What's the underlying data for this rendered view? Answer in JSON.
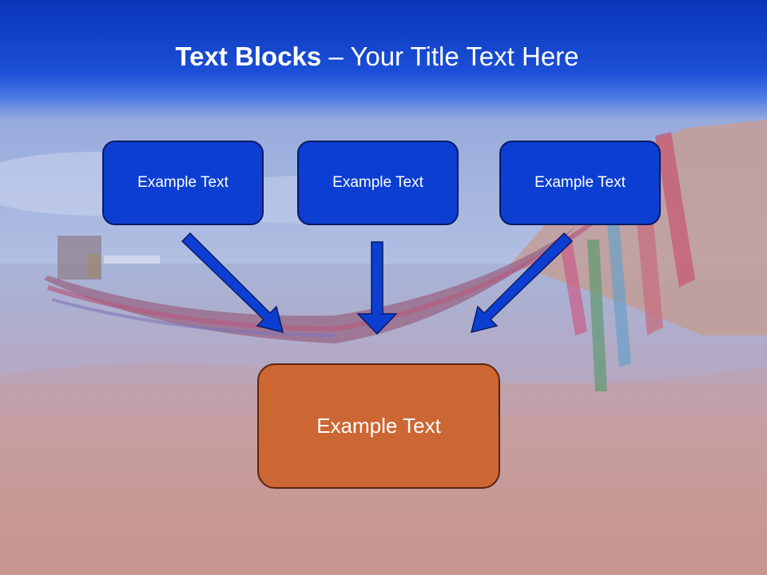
{
  "title": {
    "bold": "Text Blocks",
    "dash": " – ",
    "rest": "Your Title Text Here"
  },
  "blocks": [
    {
      "label": "Example Text"
    },
    {
      "label": "Example Text"
    },
    {
      "label": "Example Text"
    }
  ],
  "result": {
    "label": "Example Text"
  },
  "colors": {
    "title_bar": "#0a35b8",
    "block_fill": "#0c3fd1",
    "result_fill": "#cc6633",
    "arrow_fill": "#0c3fd1"
  }
}
